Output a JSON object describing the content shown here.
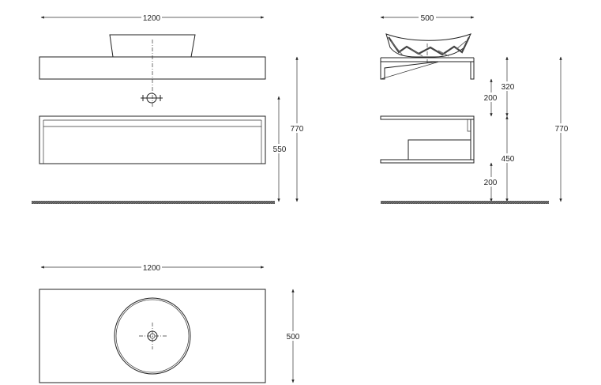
{
  "front_view": {
    "width_label": "1200",
    "height_total_label": "770",
    "height_cabinet_label": "550"
  },
  "side_view": {
    "depth_label": "500",
    "height_total_label": "770",
    "gap_label": "320",
    "waste_height_label": "200",
    "shelf_height_label": "450",
    "floor_gap_label": "200"
  },
  "top_view": {
    "width_label": "1200",
    "depth_label": "500"
  }
}
